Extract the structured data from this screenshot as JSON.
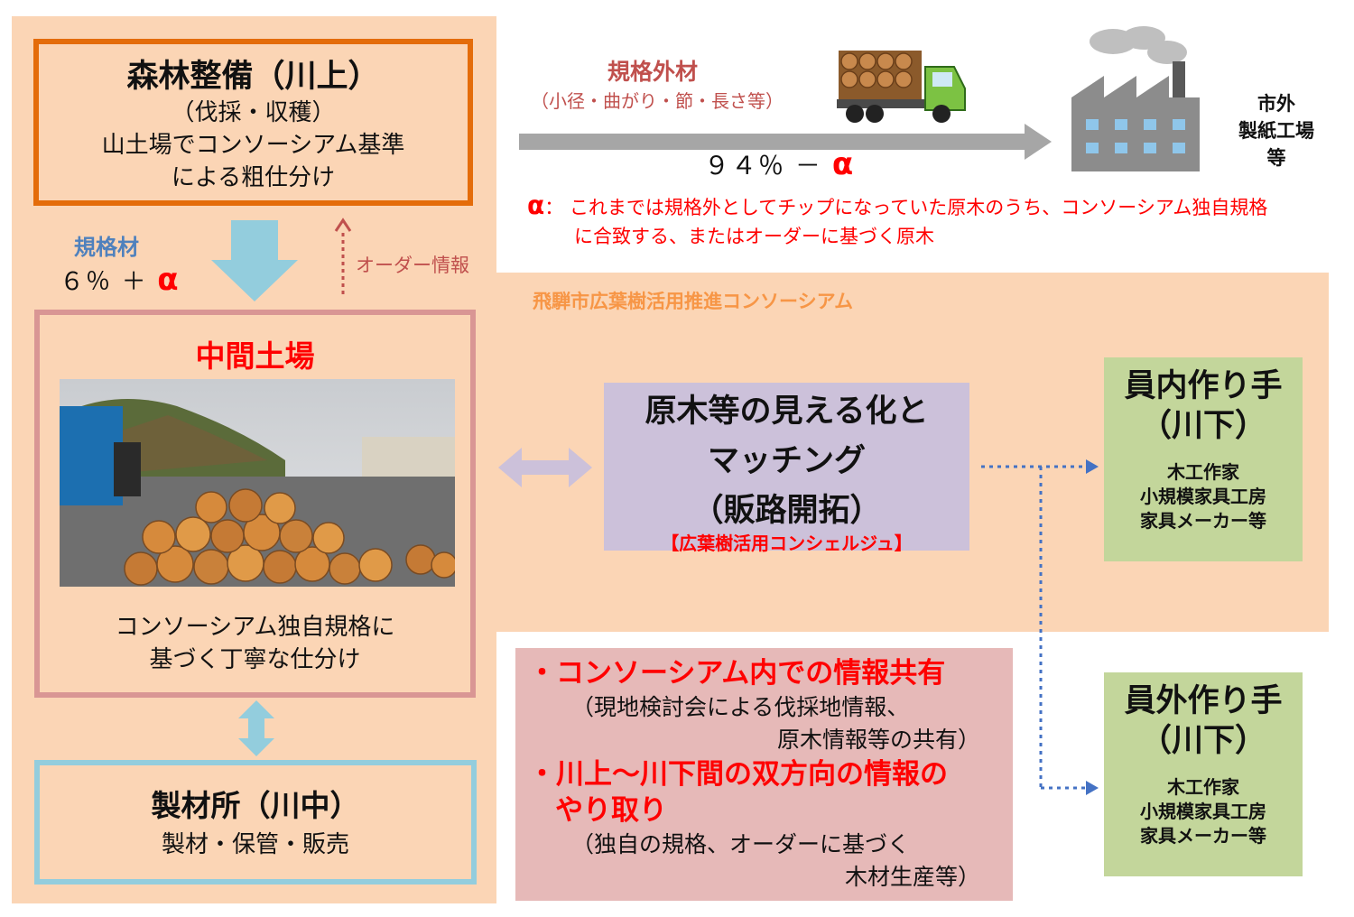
{
  "upstream": {
    "title": "森林整備（川上）",
    "line1": "（伐採・収穫）",
    "line2": "山土場でコンソーシアム基準",
    "line3": "による粗仕分け"
  },
  "standard": {
    "label": "規格材",
    "percent": "６％ ＋",
    "alpha": "α"
  },
  "order_info": "オーダー情報",
  "nonstandard": {
    "label": "規格外材",
    "sub": "（小径・曲がり・節・長さ等）",
    "percent": "９４％ －",
    "alpha": "α"
  },
  "alpha_note": {
    "symbol": "α",
    "colon": "：",
    "line1": "これまでは規格外としてチップになっていた原木のうち、コンソーシアム独自規格",
    "line2": "に合致する、またはオーダーに基づく原木"
  },
  "factory_label": {
    "line1": "市外",
    "line2": "製紙工場",
    "line3": "等"
  },
  "consortium_label": "飛騨市広葉樹活用推進コンソーシアム",
  "intermediate": {
    "title": "中間土場",
    "caption1": "コンソーシアム独自規格に",
    "caption2": "基づく丁寧な仕分け"
  },
  "sawmill": {
    "title": "製材所（川中）",
    "sub": "製材・保管・販売"
  },
  "matching": {
    "line1": "原木等の見える化と",
    "line2": "マッチング",
    "line3": "（販路開拓）",
    "sub": "【広葉樹活用コンシェルジュ】"
  },
  "makers_in": {
    "title1": "員内作り手",
    "title2": "（川下）",
    "items": [
      "木工作家",
      "小規模家具工房",
      "家具メーカー等"
    ]
  },
  "makers_out": {
    "title1": "員外作り手",
    "title2": "（川下）",
    "items": [
      "木工作家",
      "小規模家具工房",
      "家具メーカー等"
    ]
  },
  "info_sharing": {
    "bullet1": "・コンソーシアム内での情報共有",
    "bullet1_sub1": "（現地検討会による伐採地情報、",
    "bullet1_sub2": "原木情報等の共有）",
    "bullet2_line1": "・川上～川下間の双方向の情報の",
    "bullet2_line2": "やり取り",
    "bullet2_sub1": "（独自の規格、オーダーに基づく",
    "bullet2_sub2": "木材生産等）"
  },
  "colors": {
    "panel": "#fbd5b5",
    "upstream_border": "#e46c0a",
    "intermediate_border": "#d99694",
    "sawmill_border": "#93cddd",
    "matching_bg": "#ccc1da",
    "makers_bg": "#c3d69b",
    "info_bg": "#e6b9b8",
    "alpha": "#ff0000",
    "dotted_arrow": "#4472c4",
    "flow_arrow": "#93cddd"
  }
}
